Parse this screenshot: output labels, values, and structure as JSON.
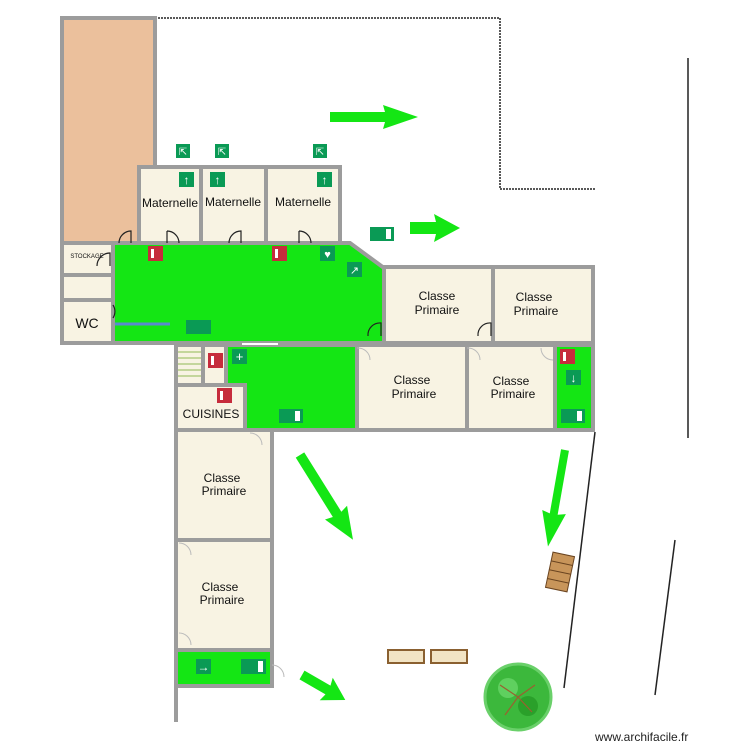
{
  "plan": {
    "rooms": {
      "maternelle_1": "Maternelle",
      "maternelle_2": "Maternelle",
      "maternelle_3": "Maternelle",
      "stockage": "STOCKAGE",
      "wc": "WC",
      "cuisines": "CUISINES",
      "classe_1": [
        "Classe",
        "Primaire"
      ],
      "classe_2": [
        "Classe",
        "Primaire"
      ],
      "classe_3": [
        "Classe",
        "Primaire"
      ],
      "classe_4": [
        "Classe",
        "Primaire"
      ],
      "classe_5": [
        "Classe",
        "Primaire"
      ],
      "classe_6": [
        "Classe",
        "Primaire"
      ]
    },
    "colors": {
      "evacuation_zone": "#14e614",
      "room_fill": "#f8f3e3",
      "wall": "#9c9c9c",
      "courtyard_block": "#ebc09c",
      "safety_sign": "#0a9a55",
      "extinguisher_sign": "#c62c3c"
    },
    "icons": [
      "emergency-exit-icon",
      "arrow-up-icon",
      "fire-extinguisher-icon",
      "defibrillator-icon",
      "first-aid-icon",
      "arrow-down-icon",
      "arrow-right-icon",
      "evacuation-arrow-icon",
      "bench-icon",
      "pallet-icon",
      "tree-icon"
    ]
  },
  "watermark": "www.archifacile.fr"
}
